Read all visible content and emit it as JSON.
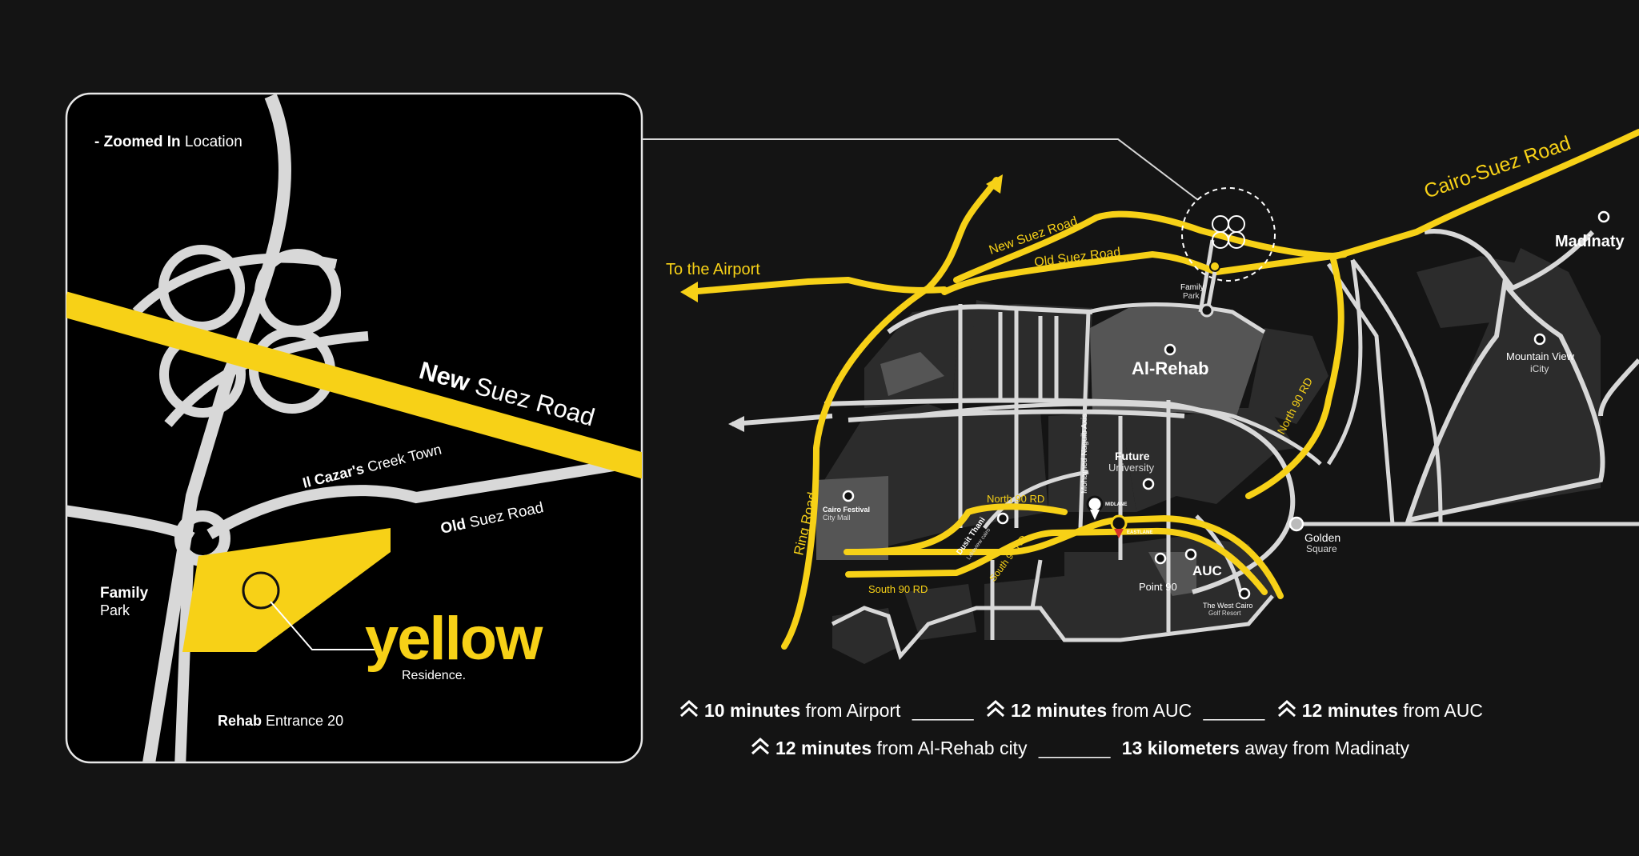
{
  "colors": {
    "background": "#141414",
    "accent": "#f7d117",
    "road": "#d8d8d8",
    "block": "#2c2c2c",
    "block_highlight": "#555555"
  },
  "zoom_panel": {
    "title_bold": "- Zoomed In",
    "title_rest": " Location",
    "new_suez_bold": "New",
    "new_suez_rest": " Suez Road",
    "creek_bold": "Il Cazar's",
    "creek_rest": " Creek Town",
    "old_suez_bold": "Old",
    "old_suez_rest": " Suez Road",
    "family_bold": "Family",
    "family_rest": "Park",
    "rehab_bold": "Rehab",
    "rehab_rest": " Entrance 20",
    "brand": "yellow",
    "brand_sub": "Residence."
  },
  "overview_map": {
    "airport": "To the Airport",
    "new_suez": "New Suez Road",
    "old_suez": "Old Suez Road",
    "cairo_suez": "Cairo-Suez Road",
    "family_park_1": "Family",
    "family_park_2": "Park",
    "madinaty": "Madinaty",
    "al_rehab": "Al-Rehab",
    "mountain_view_1": "Mountain View",
    "mountain_view_2": "iCity",
    "north_90_right": "North 90 RD",
    "mohamed_naguib": "Mohamed Naguib Axis",
    "future_1": "Future",
    "future_2": "University",
    "ring_road": "Ring Road",
    "cairo_festival_1": "Cairo Festival",
    "cairo_festival_2": "City Mall",
    "north_90_left": "North 90 RD",
    "midlane": "MIDLANE",
    "eastlane": "EASTLANE",
    "dusit_1": "Dusit Thani",
    "dusit_2": "Lakeview cairo",
    "south_90_diag": "South 90 RD",
    "south_90": "South 90 RD",
    "golden_1": "Golden",
    "golden_2": "Square",
    "auc": "AUC",
    "point_90": "Point 90",
    "west_cairo_1": "The West Cairo",
    "west_cairo_2": "Golf Resort"
  },
  "travel_info": {
    "row1": [
      {
        "bold": "10 minutes",
        "rest": " from Airport"
      },
      {
        "bold": "12 minutes",
        "rest": " from AUC"
      },
      {
        "bold": "12 minutes",
        "rest": " from AUC"
      }
    ],
    "row2": [
      {
        "bold": "12 minutes",
        "rest": " from Al-Rehab city"
      },
      {
        "bold": "13 kilometers",
        "rest": " away from Madinaty"
      }
    ],
    "separator": "______",
    "separator_long": "_______"
  }
}
